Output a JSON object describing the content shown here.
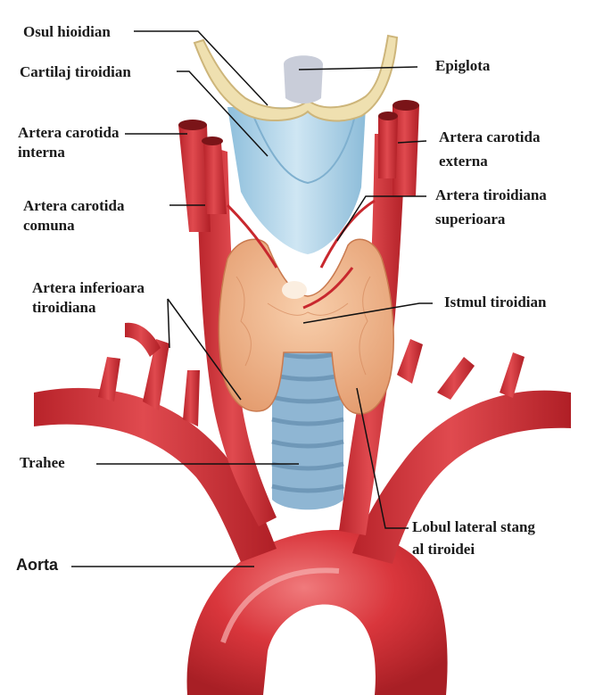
{
  "labels": {
    "osul_hioidian": "Osul hioidian",
    "cartilaj_tiroidian": "Cartilaj tiroidian",
    "artera_carotida_interna_1": "Artera carotida",
    "artera_carotida_interna_2": "interna",
    "artera_carotida_comuna_1": "Artera carotida",
    "artera_carotida_comuna_2": "comuna",
    "artera_inferioara_1": "Artera inferioara",
    "artera_inferioara_2": "tiroidiana",
    "trahee": "Trahee",
    "aorta": "Aorta",
    "epiglota": "Epiglota",
    "artera_carotida_externa_1": "Artera carotida",
    "artera_carotida_externa_2": "externa",
    "artera_tiroidiana_1": "Artera tiroidiana",
    "artera_tiroidiana_2": "superioara",
    "istmul_tiroidian": "Istmul tiroidian",
    "lobul_lateral_1": "Lobul lateral stang",
    "lobul_lateral_2": "al tiroidei"
  },
  "colors": {
    "artery": "#d7343a",
    "artery_dark": "#a51e24",
    "thyroid": "#f2b48c",
    "cartilage": "#a9d0e6",
    "hyoid": "#efe0b0",
    "trachea": "#8fb6d3"
  }
}
